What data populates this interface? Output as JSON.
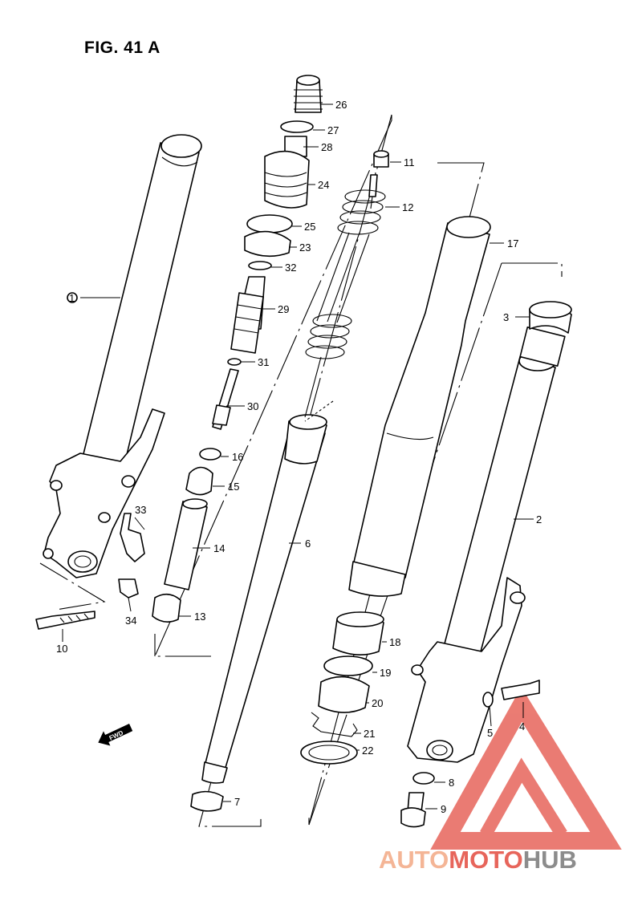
{
  "figure": {
    "title": "FIG. 41 A"
  },
  "parts": [
    {
      "id": "1",
      "label": "1"
    },
    {
      "id": "2",
      "label": "2"
    },
    {
      "id": "3",
      "label": "3"
    },
    {
      "id": "4",
      "label": "4"
    },
    {
      "id": "5",
      "label": "5"
    },
    {
      "id": "6",
      "label": "6"
    },
    {
      "id": "7",
      "label": "7"
    },
    {
      "id": "8",
      "label": "8"
    },
    {
      "id": "9",
      "label": "9"
    },
    {
      "id": "10",
      "label": "10"
    },
    {
      "id": "11",
      "label": "11"
    },
    {
      "id": "12",
      "label": "12"
    },
    {
      "id": "13",
      "label": "13"
    },
    {
      "id": "14",
      "label": "14"
    },
    {
      "id": "15",
      "label": "15"
    },
    {
      "id": "16",
      "label": "16"
    },
    {
      "id": "17",
      "label": "17"
    },
    {
      "id": "18",
      "label": "18"
    },
    {
      "id": "19",
      "label": "19"
    },
    {
      "id": "20",
      "label": "20"
    },
    {
      "id": "21",
      "label": "21"
    },
    {
      "id": "22",
      "label": "22"
    },
    {
      "id": "23",
      "label": "23"
    },
    {
      "id": "24",
      "label": "24"
    },
    {
      "id": "25",
      "label": "25"
    },
    {
      "id": "26",
      "label": "26"
    },
    {
      "id": "27",
      "label": "27"
    },
    {
      "id": "28",
      "label": "28"
    },
    {
      "id": "29",
      "label": "29"
    },
    {
      "id": "30",
      "label": "30"
    },
    {
      "id": "31",
      "label": "31"
    },
    {
      "id": "32",
      "label": "32"
    },
    {
      "id": "33",
      "label": "33"
    },
    {
      "id": "34",
      "label": "34"
    }
  ],
  "direction_marker": "FWD",
  "watermark": {
    "part1": "AUTO",
    "part2": "MOTO",
    "part3": "HUB",
    "color_light": "#f4b596",
    "color_red": "#e7655b",
    "color_gray": "#8c8c8c"
  }
}
